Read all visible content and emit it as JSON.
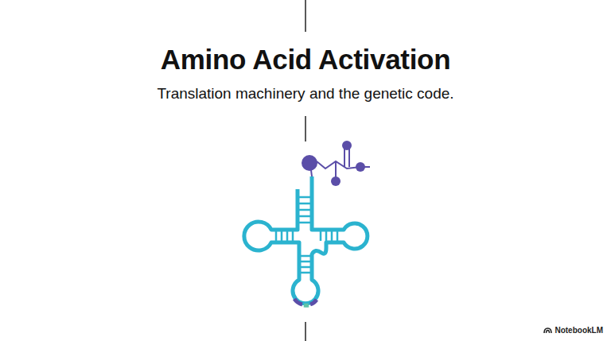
{
  "diagram": {
    "title": "Amino Acid Activation",
    "caption": "Translation machinery and the genetic code.",
    "labels": [
      "NotebookLM"
    ]
  }
}
